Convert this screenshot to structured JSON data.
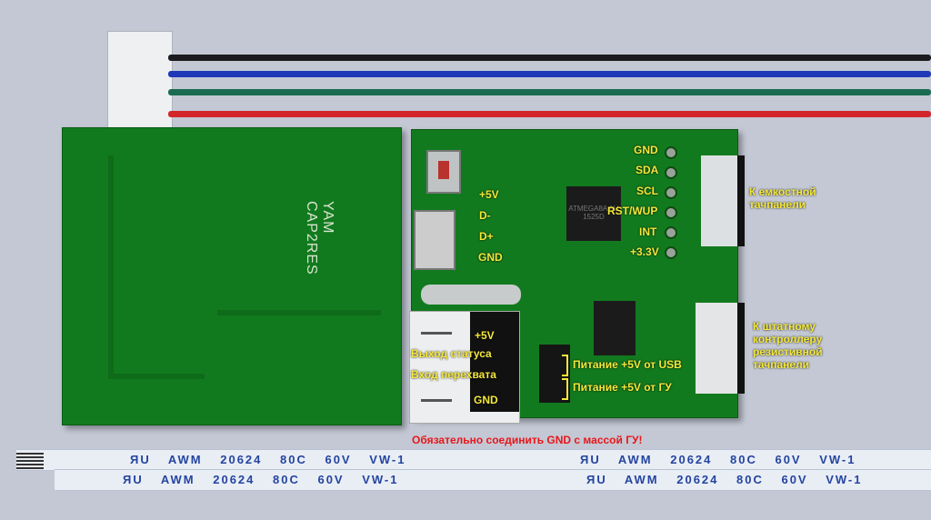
{
  "board_labels": {
    "gnd": "GND",
    "sda": "SDA",
    "scl": "SCL",
    "rst": "RST/WUP",
    "int": "INT",
    "v33": "+3.3V"
  },
  "usb_labels": {
    "v5": "+5V",
    "dm": "D-",
    "dp": "D+",
    "gnd": "GND"
  },
  "connector_labels": {
    "v5": "+5V",
    "status_out": "Выход статуса",
    "capture_in": "Вход перехвата",
    "gnd": "GND"
  },
  "jumper_labels": {
    "usb": "Питание +5V от USB",
    "gu": "Питание +5V от ГУ"
  },
  "side_labels": {
    "capacitive": "К емкостной\nтачпанели",
    "resistive": "К штатному\nконтроллеру\nрезистивной\nтачпанели"
  },
  "warning": "Обязательно соединить GND с массой ГУ!",
  "warning_color": "#e8161a",
  "label_color": "#f4e83a",
  "silkscreen": "YAM CAP2RES",
  "mcu_marking": "ATMEGA8A AU 1525D",
  "cable_print": "ЯU AWM 20624 80C 60V VW-1"
}
